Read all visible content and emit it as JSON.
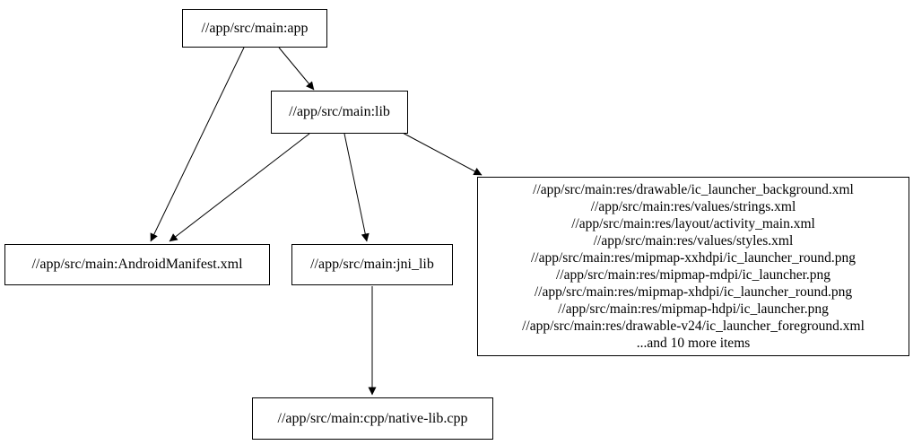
{
  "graph": {
    "background": "#ffffff",
    "node_border_color": "#000000",
    "edge_color": "#000000",
    "text_color": "#000000",
    "nodes": {
      "app": {
        "label": "//app/src/main:app"
      },
      "lib": {
        "label": "//app/src/main:lib"
      },
      "manifest": {
        "label": "//app/src/main:AndroidManifest.xml"
      },
      "jni_lib": {
        "label": "//app/src/main:jni_lib"
      },
      "native_lib": {
        "label": "//app/src/main:cpp/native-lib.cpp"
      },
      "resources": {
        "lines": [
          "//app/src/main:res/drawable/ic_launcher_background.xml",
          "//app/src/main:res/values/strings.xml",
          "//app/src/main:res/layout/activity_main.xml",
          "//app/src/main:res/values/styles.xml",
          "//app/src/main:res/mipmap-xxhdpi/ic_launcher_round.png",
          "//app/src/main:res/mipmap-mdpi/ic_launcher.png",
          "//app/src/main:res/mipmap-xhdpi/ic_launcher_round.png",
          "//app/src/main:res/mipmap-hdpi/ic_launcher.png",
          "//app/src/main:res/drawable-v24/ic_launcher_foreground.xml",
          "...and 10 more items"
        ]
      }
    },
    "edges": [
      {
        "from": "//app/src/main:app",
        "to": "//app/src/main:lib"
      },
      {
        "from": "//app/src/main:app",
        "to": "//app/src/main:AndroidManifest.xml"
      },
      {
        "from": "//app/src/main:lib",
        "to": "//app/src/main:AndroidManifest.xml"
      },
      {
        "from": "//app/src/main:lib",
        "to": "//app/src/main:jni_lib"
      },
      {
        "from": "//app/src/main:lib",
        "to": "//app/src/main:res group"
      },
      {
        "from": "//app/src/main:jni_lib",
        "to": "//app/src/main:cpp/native-lib.cpp"
      }
    ]
  }
}
